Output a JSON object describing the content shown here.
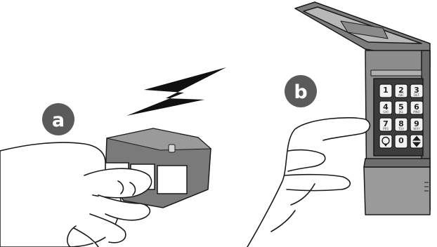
{
  "labels": {
    "a": "a",
    "b": "b"
  },
  "keypad": {
    "keys": [
      {
        "num": "1",
        "sub": ""
      },
      {
        "num": "2",
        "sub": "ABC"
      },
      {
        "num": "3",
        "sub": "DEF"
      },
      {
        "num": "4",
        "sub": "GHI"
      },
      {
        "num": "5",
        "sub": "JKL"
      },
      {
        "num": "6",
        "sub": "MNO"
      },
      {
        "num": "7",
        "sub": "PRS"
      },
      {
        "num": "8",
        "sub": "TUV"
      },
      {
        "num": "9",
        "sub": "WXY"
      },
      {
        "num": "",
        "sub": "",
        "icon": "lock-icon"
      },
      {
        "num": "0",
        "sub": ""
      },
      {
        "num": "",
        "sub": "",
        "icon": "up-down-arrow-icon"
      }
    ]
  },
  "colors": {
    "badge": "#5a5a5a",
    "device_dark": "#6e6e6e",
    "device_mid": "#8c8c8c",
    "device_light": "#b5b5b5",
    "outline": "#1a1a1a"
  },
  "icons": [
    "lightning-bolt-icon",
    "lock-icon",
    "up-down-arrow-icon"
  ]
}
